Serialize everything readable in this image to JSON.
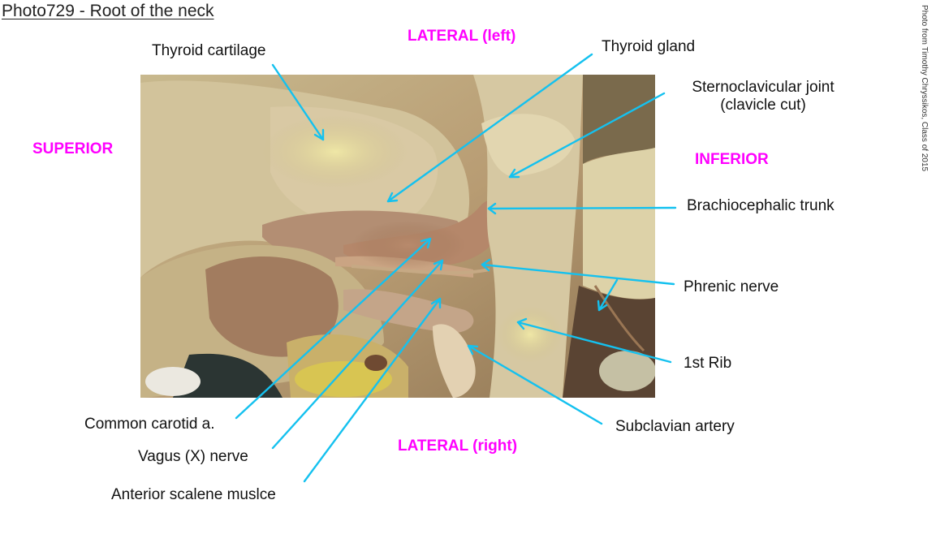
{
  "title": "Photo729 - Root of the neck",
  "credit": "Photo from Timothy Chryssikos, Class of 2015",
  "photo": {
    "subject": "dissection-photo-root-of-neck",
    "accent_color": "#14c1ef"
  },
  "orientation": {
    "superior": "SUPERIOR",
    "inferior": "INFERIOR",
    "lateral_left": "LATERAL (left)",
    "lateral_right": "LATERAL (right)",
    "color": "#ff00ff"
  },
  "labels": {
    "thyroid_cartilage": "Thyroid cartilage",
    "thyroid_gland": "Thyroid gland",
    "sternoclavicular_joint_line1": "Sternoclavicular joint",
    "sternoclavicular_joint_line2": "(clavicle cut)",
    "brachiocephalic_trunk": "Brachiocephalic trunk",
    "phrenic_nerve": "Phrenic nerve",
    "first_rib": "1st Rib",
    "subclavian_artery": "Subclavian artery",
    "common_carotid": "Common carotid a.",
    "vagus_nerve": "Vagus (X) nerve",
    "anterior_scalene": "Anterior scalene muslce"
  }
}
